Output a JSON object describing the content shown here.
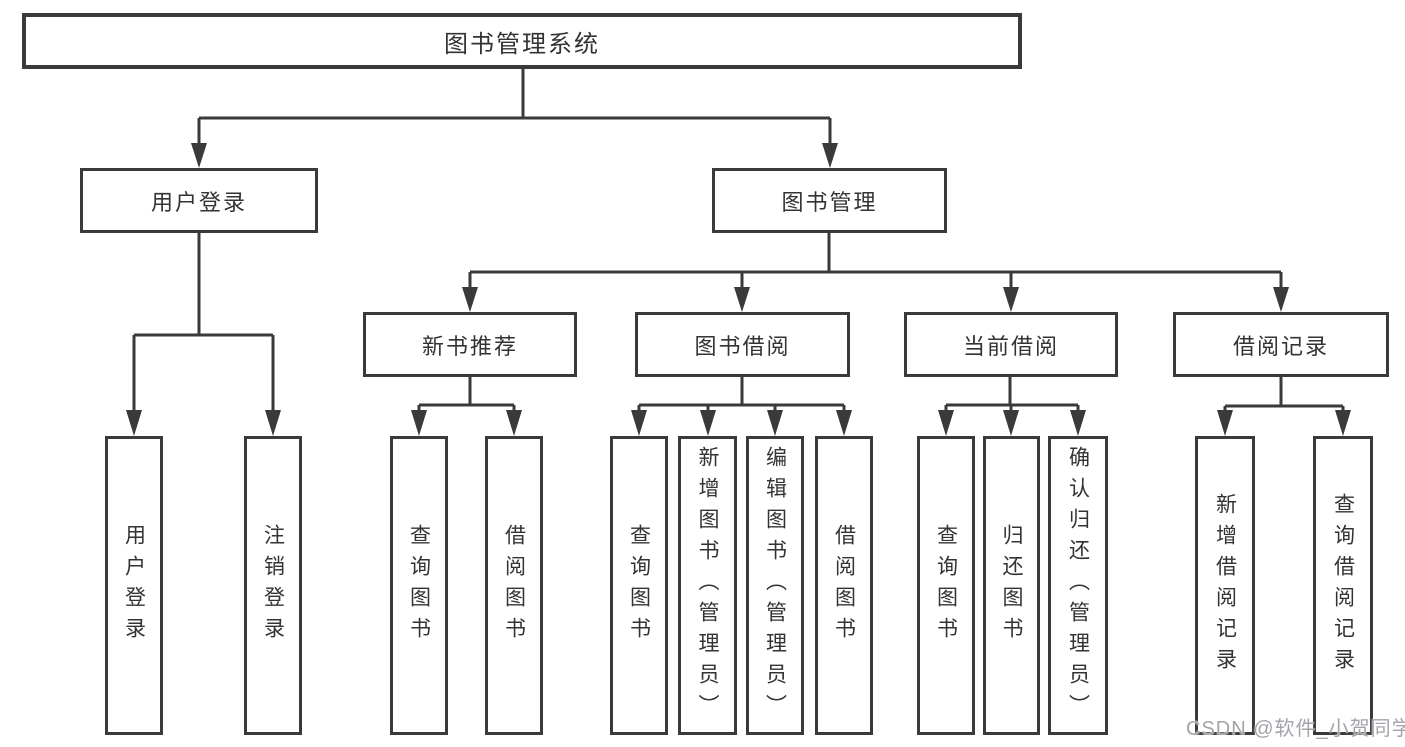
{
  "colors": {
    "line": "#3a3a3a",
    "text": "#333333",
    "watermark_text": "#a2a4aa",
    "background": "#ffffff"
  },
  "watermark": {
    "text": "CSDN @软件_小贺同学"
  },
  "tree": {
    "label": "图书管理系统",
    "children": [
      {
        "label": "用户登录",
        "children": [
          {
            "label": "用户登录"
          },
          {
            "label": "注销登录"
          }
        ]
      },
      {
        "label": "图书管理",
        "children": [
          {
            "label": "新书推荐",
            "children": [
              {
                "label": "查询图书"
              },
              {
                "label": "借阅图书"
              }
            ]
          },
          {
            "label": "图书借阅",
            "children": [
              {
                "label": "查询图书"
              },
              {
                "label": "新增图书（管理员）"
              },
              {
                "label": "编辑图书（管理员）"
              },
              {
                "label": "借阅图书"
              }
            ]
          },
          {
            "label": "当前借阅",
            "children": [
              {
                "label": "查询图书"
              },
              {
                "label": "归还图书"
              },
              {
                "label": "确认归还（管理员）"
              }
            ]
          },
          {
            "label": "借阅记录",
            "children": [
              {
                "label": "新增借阅记录"
              },
              {
                "label": "查询借阅记录"
              }
            ]
          }
        ]
      }
    ]
  }
}
